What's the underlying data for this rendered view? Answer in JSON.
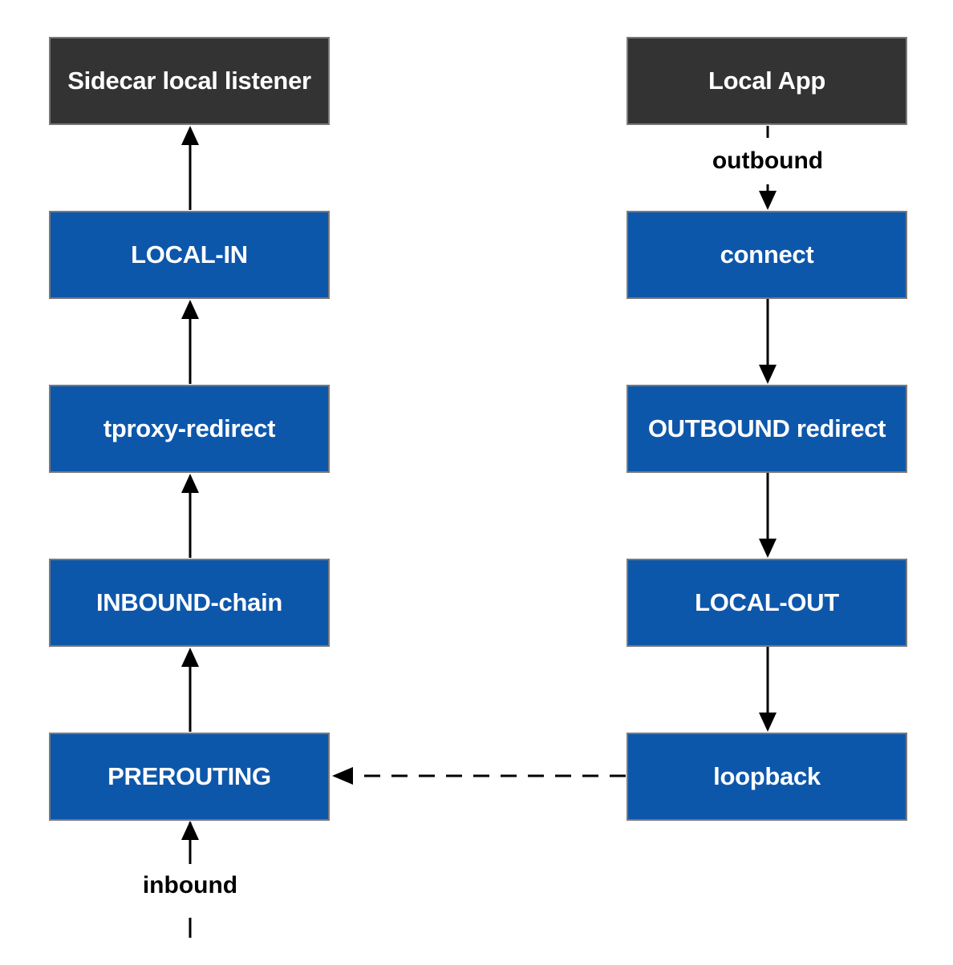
{
  "colors": {
    "node_dark": "#333333",
    "node_blue": "#0d57ab",
    "node_border": "#7a7a7a",
    "edge": "#000000"
  },
  "nodes": {
    "sidecar_listener": "Sidecar local listener",
    "local_in": "LOCAL-IN",
    "tproxy_redirect": "tproxy-redirect",
    "inbound_chain": "INBOUND-chain",
    "prerouting": "PREROUTING",
    "local_app": "Local App",
    "connect": "connect",
    "outbound_redirect": "OUTBOUND redirect",
    "local_out": "LOCAL-OUT",
    "loopback": "loopback"
  },
  "edge_labels": {
    "inbound": "inbound",
    "outbound": "outbound"
  },
  "edges": [
    {
      "from": "inbound",
      "to": "prerouting",
      "style": "solid"
    },
    {
      "from": "prerouting",
      "to": "inbound_chain",
      "style": "solid"
    },
    {
      "from": "inbound_chain",
      "to": "tproxy_redirect",
      "style": "solid"
    },
    {
      "from": "tproxy_redirect",
      "to": "local_in",
      "style": "solid"
    },
    {
      "from": "local_in",
      "to": "sidecar_listener",
      "style": "solid"
    },
    {
      "from": "local_app",
      "to": "connect",
      "style": "solid",
      "label": "outbound"
    },
    {
      "from": "connect",
      "to": "outbound_redirect",
      "style": "solid"
    },
    {
      "from": "outbound_redirect",
      "to": "local_out",
      "style": "solid"
    },
    {
      "from": "local_out",
      "to": "loopback",
      "style": "solid"
    },
    {
      "from": "loopback",
      "to": "prerouting",
      "style": "dashed"
    }
  ]
}
